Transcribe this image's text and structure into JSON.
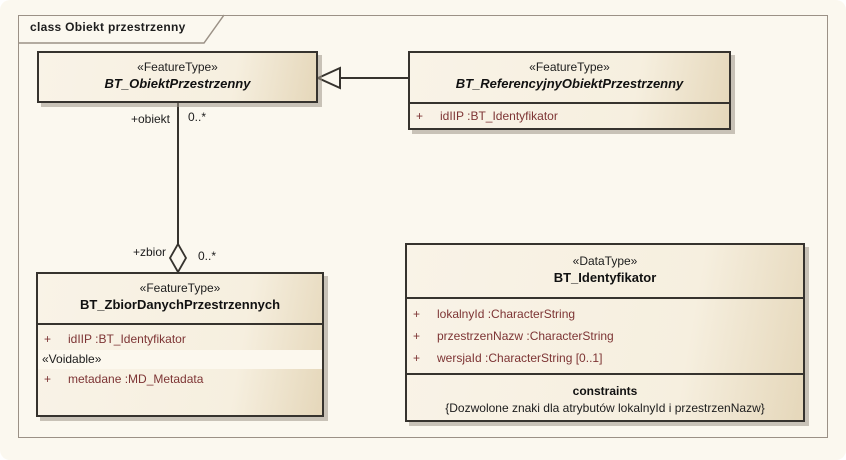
{
  "diagram": {
    "frame_title": "class Obiekt przestrzenny"
  },
  "classes": {
    "bt_obiekt_przestrzenny": {
      "stereotype": "«FeatureType»",
      "name": "BT_ObiektPrzestrzenny",
      "abstract": true
    },
    "bt_referencyjny_obiekt_przestrzenny": {
      "stereotype": "«FeatureType»",
      "name": "BT_ReferencyjnyObiektPrzestrzenny",
      "abstract": true,
      "attributes": [
        {
          "vis": "+",
          "text": "idIIP :BT_Identyfikator"
        }
      ]
    },
    "bt_zbior_danych_przestrzennych": {
      "stereotype": "«FeatureType»",
      "name": "BT_ZbiorDanychPrzestrzennych",
      "abstract": false,
      "attributes": [
        {
          "vis": "+",
          "text": "idIIP :BT_Identyfikator"
        }
      ],
      "voidable_heading": "«Voidable»",
      "voidable_attributes": [
        {
          "vis": "+",
          "text": "metadane :MD_Metadata"
        }
      ]
    },
    "bt_identyfikator": {
      "stereotype": "«DataType»",
      "name": "BT_Identyfikator",
      "abstract": false,
      "attributes": [
        {
          "vis": "+",
          "text": "lokalnyId :CharacterString"
        },
        {
          "vis": "+",
          "text": "przestrzenNazw :CharacterString"
        },
        {
          "vis": "+",
          "text": "wersjaId :CharacterString [0..1]"
        }
      ],
      "constraints_title": "constraints",
      "constraints_text": "{Dozwolone znaki dla atrybutów lokalnyId i przestrzenNazw}"
    }
  },
  "relations": {
    "aggregation": {
      "kind": "shared-aggregation",
      "role_parent_end": "+obiekt",
      "mult_parent_end": "0..*",
      "role_child_end": "+zbior",
      "mult_child_end": "0..*"
    },
    "generalization": {
      "kind": "generalization",
      "from": "BT_ReferencyjnyObiektPrzestrzenny",
      "to": "BT_ObiektPrzestrzenny"
    }
  },
  "colors": {
    "background": "#fbf8ef",
    "box_border": "#36332e",
    "box_fill_light": "#f9f3e7",
    "box_fill_dark": "#e5d7ba",
    "attribute_text": "#7d3434",
    "frame_border": "#9b9186"
  }
}
